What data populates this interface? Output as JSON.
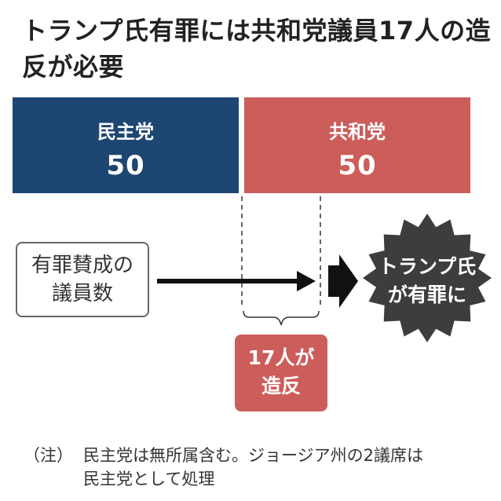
{
  "title": "トランプ氏有罪には共和党議員17人の造反が必要",
  "parties": {
    "democrat": {
      "name": "民主党",
      "seats": "50",
      "color": "#1e4672"
    },
    "republican": {
      "name": "共和党",
      "seats": "50",
      "color": "#cc5d5a"
    }
  },
  "votes_box": {
    "line1": "有罪賛成の",
    "line2": "議員数"
  },
  "outcome": {
    "line1": "トランプ氏",
    "line2": "が有罪に",
    "color": "#3d3d3d"
  },
  "defection": {
    "line1": "17人が",
    "line2": "造反"
  },
  "note": {
    "label": "（注）",
    "line1": "民主党は無所属含む。ジョージア州の2議席は",
    "line2": "民主党として処理"
  }
}
